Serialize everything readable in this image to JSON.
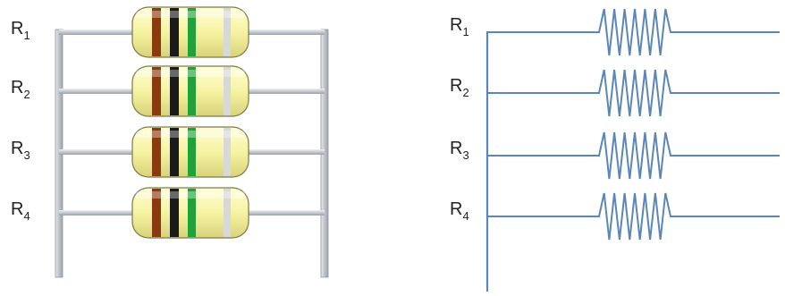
{
  "left_panel": {
    "resistors": [
      {
        "name": "R",
        "sub": "1"
      },
      {
        "name": "R",
        "sub": "2"
      },
      {
        "name": "R",
        "sub": "3"
      },
      {
        "name": "R",
        "sub": "4"
      }
    ],
    "band_colors": [
      "#8B3A0F",
      "#1a1a1a",
      "#22A13A",
      "#D8D8D8"
    ],
    "body_color": "#F6F3A2",
    "rail_color": "#C9CDD2"
  },
  "right_panel": {
    "labels": [
      {
        "name": "R",
        "sub": "1"
      },
      {
        "name": "R",
        "sub": "2"
      },
      {
        "name": "R",
        "sub": "3"
      },
      {
        "name": "R",
        "sub": "4"
      }
    ],
    "wire_color": "#5B86B8"
  }
}
